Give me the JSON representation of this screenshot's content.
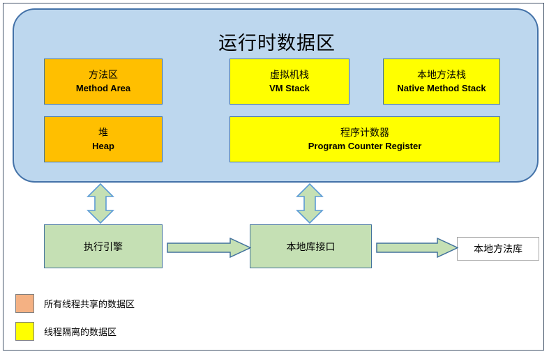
{
  "diagram": {
    "title": "运行时数据区",
    "colors": {
      "container_fill": "#BDD7EE",
      "container_border": "#4472A8",
      "shared_area_fill": "#FFBF00",
      "thread_private_fill": "#FFFF00",
      "process_fill": "#C5E0B4",
      "arrow_fill": "#C5E0B4",
      "arrow_border": "#5B9BD5",
      "box_border": "#41719C",
      "legend_shared_swatch": "#F4B183",
      "legend_private_swatch": "#FFFF00",
      "page_border": "#44546A"
    },
    "memory_boxes": [
      {
        "cn": "方法区",
        "en": "Method Area",
        "fill": "orange"
      },
      {
        "cn": "虚拟机栈",
        "en": "VM Stack",
        "fill": "yellow"
      },
      {
        "cn": "本地方法栈",
        "en": "Native Method Stack",
        "fill": "yellow"
      },
      {
        "cn": "堆",
        "en": "Heap",
        "fill": "orange"
      },
      {
        "cn": "程序计数器",
        "en": "Program Counter Register",
        "fill": "yellow"
      }
    ],
    "process_boxes": [
      {
        "cn": "执行引擎"
      },
      {
        "cn": "本地库接口"
      }
    ],
    "library_box": {
      "cn": "本地方法库"
    },
    "legend": [
      {
        "swatch": "#F4B183",
        "label": "所有线程共享的数据区"
      },
      {
        "swatch": "#FFFF00",
        "label": "线程隔离的数据区"
      }
    ],
    "arrows": {
      "vertical_left_name": "bidirectional-arrow-engine-to-runtime",
      "vertical_right_name": "bidirectional-arrow-native-interface-to-runtime",
      "horizontal_left_name": "arrow-engine-to-native-interface",
      "horizontal_right_name": "arrow-native-interface-to-native-library"
    }
  }
}
